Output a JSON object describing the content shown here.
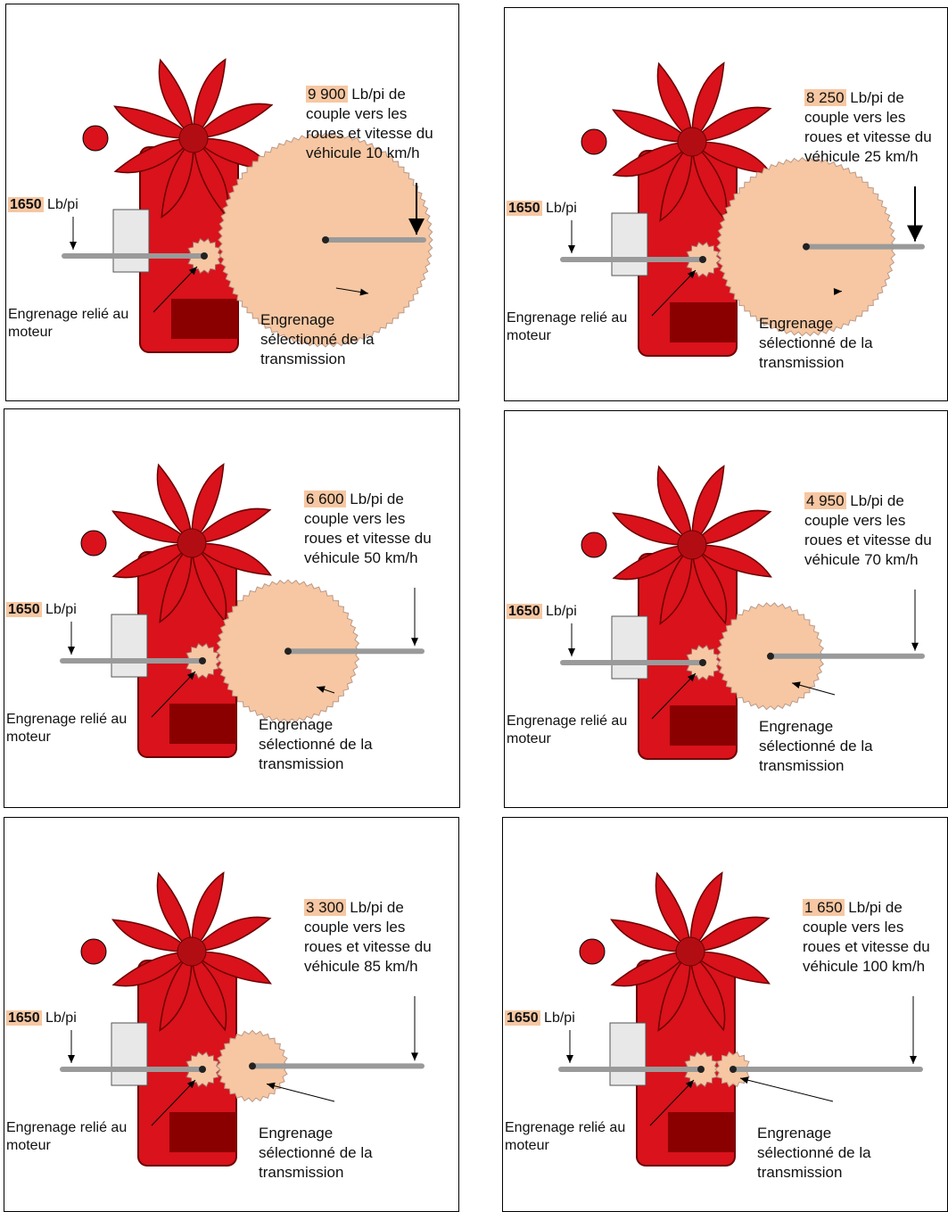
{
  "input_unit": "Lb/pi",
  "engine_gear_label": [
    "Engrenage relié au",
    "moteur"
  ],
  "trans_gear_label": [
    "Engrenage",
    "sélectionné de la",
    "transmission"
  ],
  "out_suffix": "Lb/pi de",
  "line2": "couple vers les",
  "line3": "roues et vitesse du",
  "colors": {
    "engine_red": "#d9121b",
    "gear_peach": "#f6c7a2",
    "shaft_gray": "#9a9a9a"
  },
  "panels": [
    {
      "input": "1650",
      "output": "9 900",
      "speed": "véhicule 10 km/h",
      "gear_ratio": 6.0
    },
    {
      "input": "1650",
      "output": "8 250",
      "speed": "véhicule 25 km/h",
      "gear_ratio": 5.0
    },
    {
      "input": "1650",
      "output": "6 600",
      "speed": "véhicule 50 km/h",
      "gear_ratio": 4.0
    },
    {
      "input": "1650",
      "output": "4 950",
      "speed": "véhicule 70 km/h",
      "gear_ratio": 3.0
    },
    {
      "input": "1650",
      "output": "3 300",
      "speed": "véhicule 85 km/h",
      "gear_ratio": 2.0
    },
    {
      "input": "1650",
      "output": "1 650",
      "speed": "véhicule 100 km/h",
      "gear_ratio": 1.0
    }
  ]
}
